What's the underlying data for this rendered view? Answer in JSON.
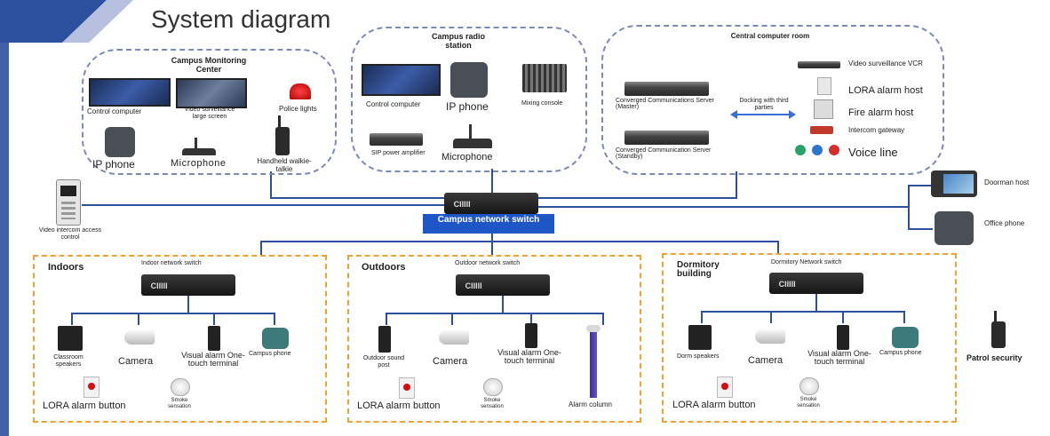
{
  "title": "System diagram",
  "colors": {
    "accent_blue": "#2c4f9e",
    "switch_label_bg": "#1e56c8",
    "dashed_blue": "#7b8bb5",
    "dashed_orange": "#f0a330"
  },
  "monitoring": {
    "title": "Campus Monitoring Center",
    "control_computer": "Control computer",
    "video_screen": "Video surveillance large screen",
    "police_lights": "Police lights",
    "ip_phone": "IP phone",
    "microphone": "Microphone",
    "walkie": "Handheld walkie-talkie"
  },
  "radio": {
    "title": "Campus radio station",
    "control_computer": "Control computer",
    "ip_phone": "IP phone",
    "mixing": "Mixing console",
    "sip": "SIP power amplifier",
    "microphone": "Microphone"
  },
  "central": {
    "title": "Central computer room",
    "vcr": "Video surveillance VCR",
    "lora_host": "LORA alarm host",
    "fire_host": "Fire alarm host",
    "master": "Converged Communications Server (Master)",
    "standby": "Converged Communication Server (Standby)",
    "docking": "Docking with third parties",
    "gateway": "Intercom gateway",
    "voice": "Voice line"
  },
  "switch": {
    "label": "Campus network switch",
    "brand": "CIIIII"
  },
  "left": {
    "access": "Video intercom access control"
  },
  "right": {
    "doorman": "Doorman host",
    "office": "Office phone",
    "patrol": "Patrol security"
  },
  "indoors": {
    "title": "Indoors",
    "switch": "Indoor network switch",
    "speakers": "Classroom speakers",
    "camera": "Camera",
    "terminal": "Visual alarm One-touch terminal",
    "phone": "Campus phone",
    "lora": "LORA alarm button",
    "smoke": "Smoke sensation"
  },
  "outdoors": {
    "title": "Outdoors",
    "switch": "Outdoor network switch",
    "post": "Outdoor sound post",
    "camera": "Camera",
    "terminal": "Visual alarm One-touch terminal",
    "column": "Alarm column",
    "lora": "LORA alarm button",
    "smoke": "Smoke sensation"
  },
  "dormitory": {
    "title": "Dormitory building",
    "switch": "Dormitory Network switch",
    "speakers": "Dorm speakers",
    "camera": "Camera",
    "terminal": "Visual alarm One-touch terminal",
    "phone": "Campus phone",
    "lora": "LORA alarm button",
    "smoke": "Smoke sensation"
  }
}
